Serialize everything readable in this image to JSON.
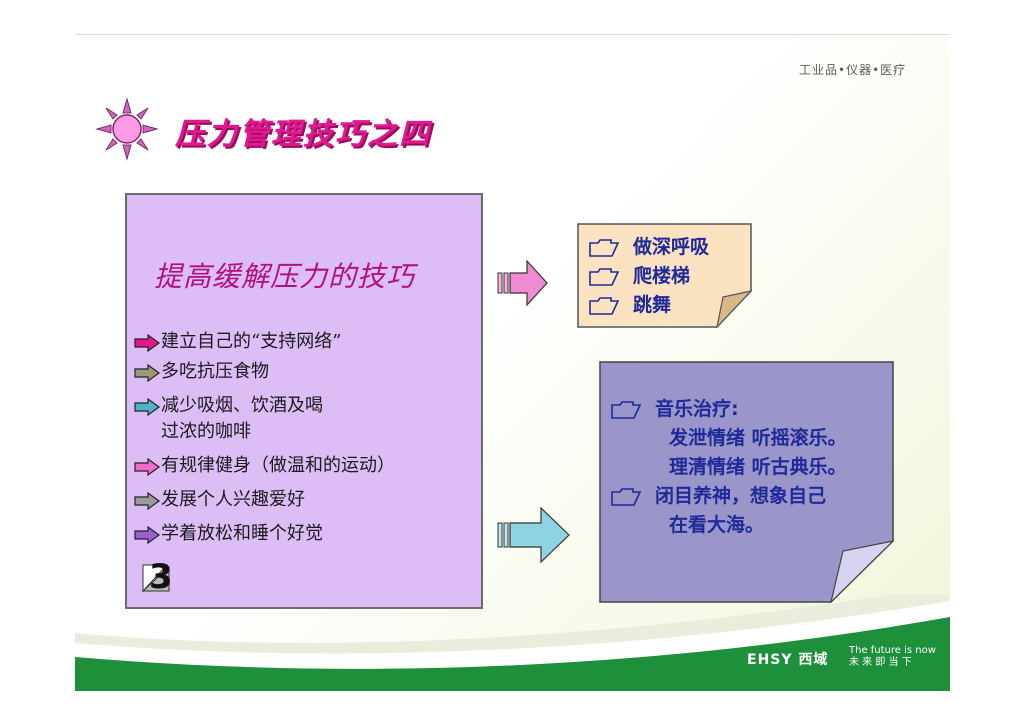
{
  "header": {
    "right_label": "工业品•仪器•医疗"
  },
  "title": "压力管理技巧之四",
  "main_box": {
    "heading": "提高缓解压力的技巧",
    "tips": [
      {
        "text": "建立自己的“支持网络”",
        "arrow_color": "#e3178d"
      },
      {
        "text": "多吃抗压食物",
        "arrow_color": "#9a9a7a"
      },
      {
        "text": "减少吸烟、饮酒及喝",
        "text2": "过浓的咖啡",
        "arrow_color": "#4fb3c9"
      },
      {
        "text": "有规律健身（做温和的运动）",
        "arrow_color": "#f06cc8"
      },
      {
        "text": "发展个人兴趣爱好",
        "arrow_color": "#9b9b9b"
      },
      {
        "text": "学着放松和睡个好觉",
        "arrow_color": "#9b5fd4"
      }
    ],
    "page_number": "3"
  },
  "note_top": {
    "items": [
      "做深呼吸",
      "爬楼梯",
      "跳舞"
    ]
  },
  "note_bottom": {
    "line1": "音乐治疗:",
    "line2": "发泄情绪  听摇滚乐。",
    "line3": "理清情绪  听古典乐。",
    "line4": "闭目养神，想象自己",
    "line5": "在看大海。"
  },
  "footer": {
    "brand": "EHSY 西域",
    "slogan_en": "The future is now",
    "slogan_cn": "未 来 即 当 下"
  },
  "colors": {
    "title": "#e0188f",
    "main_box_bg": "#dcbdf6",
    "note_top_bg": "#fbe3c2",
    "note_bottom_bg": "#9a96c9",
    "note_text": "#1f2a9a",
    "footer_green": "#1e8f3a"
  },
  "icons": {
    "sun": "sun-icon",
    "folder": "folder-icon",
    "arrow": "arrow-right-icon"
  }
}
